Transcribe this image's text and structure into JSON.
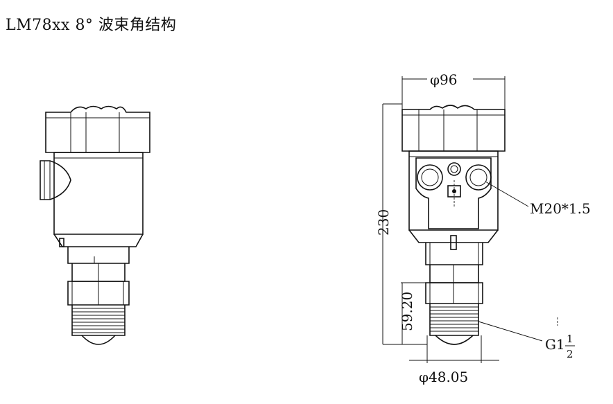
{
  "title": "LM78xx 8° 波束角结构",
  "dimensions": {
    "top_diameter": "φ96",
    "height": "230",
    "thread_spec": "M20*1.5",
    "dim_59_20": "59.20",
    "bottom_diameter": "φ48.05",
    "pipe_thread_prefix": "G1",
    "pipe_thread_num": "1",
    "pipe_thread_den": "2"
  }
}
